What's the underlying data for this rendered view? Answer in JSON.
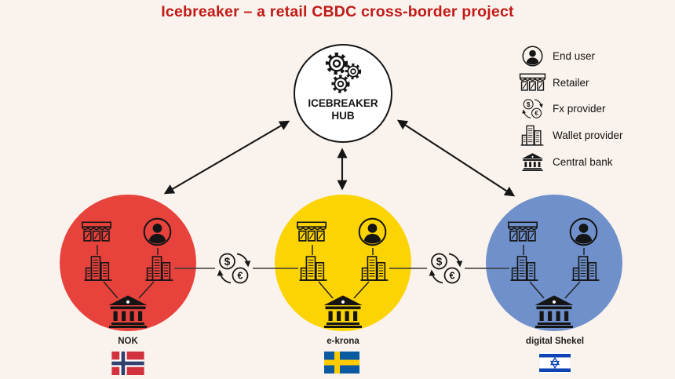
{
  "title": "Icebreaker – a retail CBDC cross-border project",
  "colors": {
    "background": "#faf2ec",
    "title": "#c11a17",
    "outline": "#151515",
    "hub_fill": "#ffffff",
    "nok_red": "#e8423d",
    "ekrona_yellow": "#fcd303",
    "shekel_blue": "#6f90ca"
  },
  "hub": {
    "line1": "ICEBREAKER",
    "line2": "HUB",
    "icon": "gears-icon"
  },
  "legend": {
    "items": [
      {
        "icon": "end-user-icon",
        "label": "End user"
      },
      {
        "icon": "retailer-icon",
        "label": "Retailer"
      },
      {
        "icon": "fx-provider-icon",
        "label": "Fx provider"
      },
      {
        "icon": "wallet-provider-icon",
        "label": "Wallet provider"
      },
      {
        "icon": "central-bank-icon",
        "label": "Central bank"
      }
    ]
  },
  "systems": [
    {
      "label": "NOK",
      "flag": "norway-flag",
      "color": "#e8423d",
      "nodes": [
        "retailer-icon",
        "end-user-icon",
        "wallet-provider-icon",
        "wallet-provider-icon",
        "central-bank-icon"
      ]
    },
    {
      "label": "e-krona",
      "flag": "sweden-flag",
      "color": "#fcd303",
      "nodes": [
        "retailer-icon",
        "end-user-icon",
        "wallet-provider-icon",
        "wallet-provider-icon",
        "central-bank-icon"
      ]
    },
    {
      "label": "digital Shekel",
      "flag": "israel-flag",
      "color": "#6f90ca",
      "nodes": [
        "retailer-icon",
        "end-user-icon",
        "wallet-provider-icon",
        "wallet-provider-icon",
        "central-bank-icon"
      ]
    }
  ],
  "fx_nodes": [
    {
      "icon": "fx-provider-icon",
      "between": [
        "NOK",
        "e-krona"
      ]
    },
    {
      "icon": "fx-provider-icon",
      "between": [
        "e-krona",
        "digital Shekel"
      ]
    }
  ]
}
